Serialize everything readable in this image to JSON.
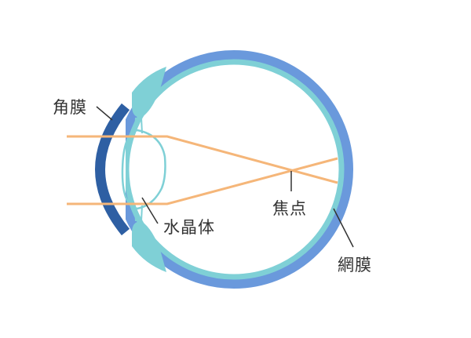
{
  "title": "Eye diagram",
  "labels": {
    "cornea": "角膜",
    "lens": "水晶体",
    "focus": "焦点",
    "retina": "網膜"
  },
  "colors": {
    "sclera": "#6a99dc",
    "choroid": "#7fd0d6",
    "cornea": "#2e5fa3",
    "ray": "#f5b679",
    "leader": "#333333"
  }
}
